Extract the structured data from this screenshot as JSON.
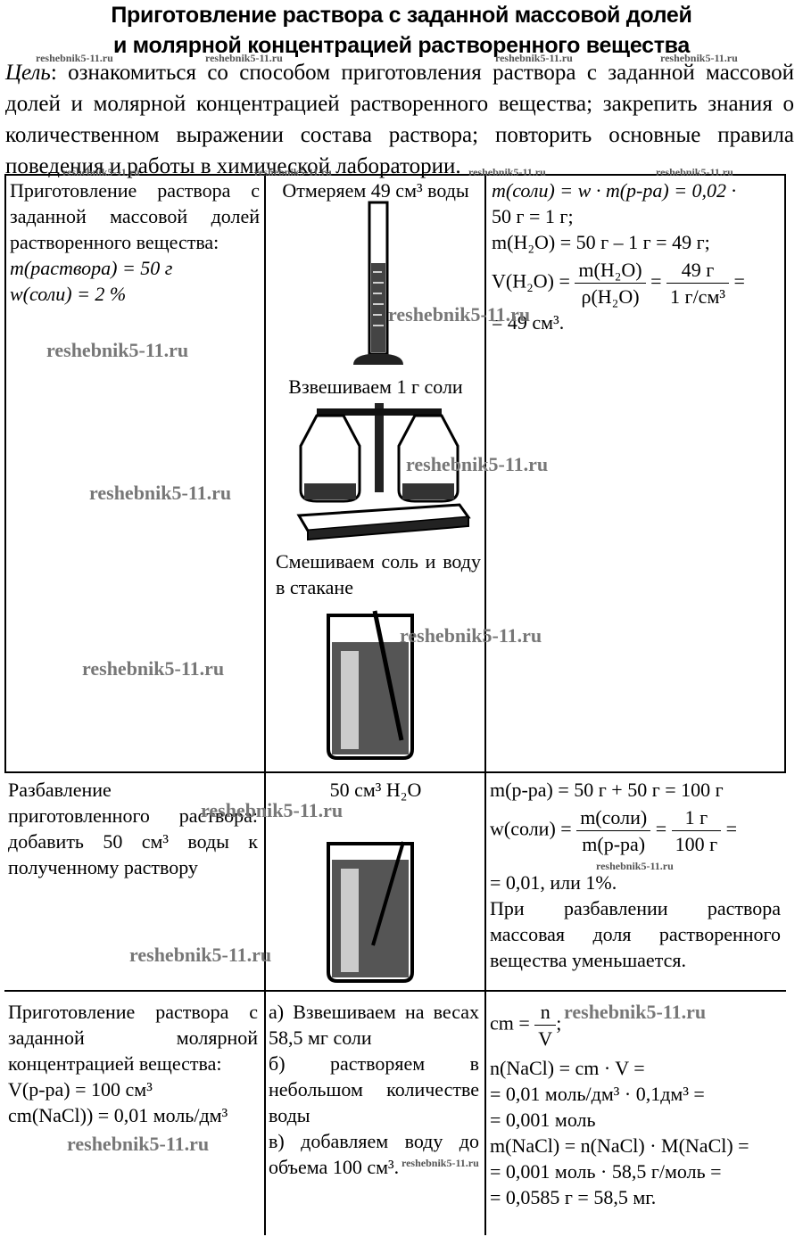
{
  "title": {
    "line1": "Приготовление раствора с заданной массовой долей",
    "line2": "и молярной концентрацией растворенного вещества"
  },
  "goal": {
    "label": "Цель",
    "text": ": ознакомиться со способом приготовления раствора с заданной массовой долей и молярной концентрацией растворенного вещества; закрепить знания о количественном выражении состава раствора; повторить основные правила поведения и работы в химической лаборатории."
  },
  "rows": [
    {
      "left": {
        "desc": "Приготовление раствора с заданной массовой долей растворенного вещества:",
        "given1": "m(раствора) = 50 г",
        "given2": "w(соли) = 2 %"
      },
      "middle": {
        "step1": "Отмеряем 49 см³ воды",
        "step2": "Взвешиваем 1 г соли",
        "step3": "Смешиваем соль и воду в стакане"
      },
      "right": {
        "l1": "m(соли) = w · m(р-ра) = 0,02 ·",
        "l2": "50 г = 1 г;",
        "l3": "m(H₂O) = 50 г – 1 г = 49 г;",
        "vlabel": "V(H₂O) =",
        "f1num": "m(H₂O)",
        "f1den": "ρ(H₂O)",
        "f2num": "49 г",
        "f2den": "1 г/см³",
        "l5": "= 49 см³."
      }
    },
    {
      "left": {
        "desc": "Разбавление приготовленного раствора: добавить 50 см³ воды к полученному раствору"
      },
      "middle": {
        "label": "50 см³ H₂O"
      },
      "right": {
        "l1": "m(р-ра) = 50 г + 50 г = 100 г",
        "wlabel": "w(соли) =",
        "f1num": "m(соли)",
        "f1den": "m(р-ра)",
        "f2num": "1 г",
        "f2den": "100 г",
        "l3": "= 0,01, или 1%.",
        "l4": "При разбавлении раствора массовая доля растворенного вещества уменьшается."
      }
    },
    {
      "left": {
        "desc": "Приготовление раствора с заданной молярной концентрацией вещества:",
        "given1": "V(р-ра) = 100 см³",
        "given2": "cm(NaCl)) = 0,01 моль/дм³"
      },
      "middle": {
        "a": "а) Взвешиваем на весах 58,5 мг соли",
        "b": "б) растворяем в небольшом количестве воды",
        "c": "в) добавляем воду до объема 100 см³."
      },
      "right": {
        "cm_label": "cm =",
        "cm_num": "n",
        "cm_den": "V",
        "l2": "n(NaCl) = cm · V =",
        "l3": "= 0,01 моль/дм³ · 0,1дм³ =",
        "l4": "= 0,001 моль",
        "l5": "m(NaCl) = n(NaCl) · M(NaCl) =",
        "l6": "= 0,001 моль · 58,5 г/моль =",
        "l7": "= 0,0585 г = 58,5 мг."
      }
    }
  ],
  "watermark": "reshebnik5-11.ru"
}
